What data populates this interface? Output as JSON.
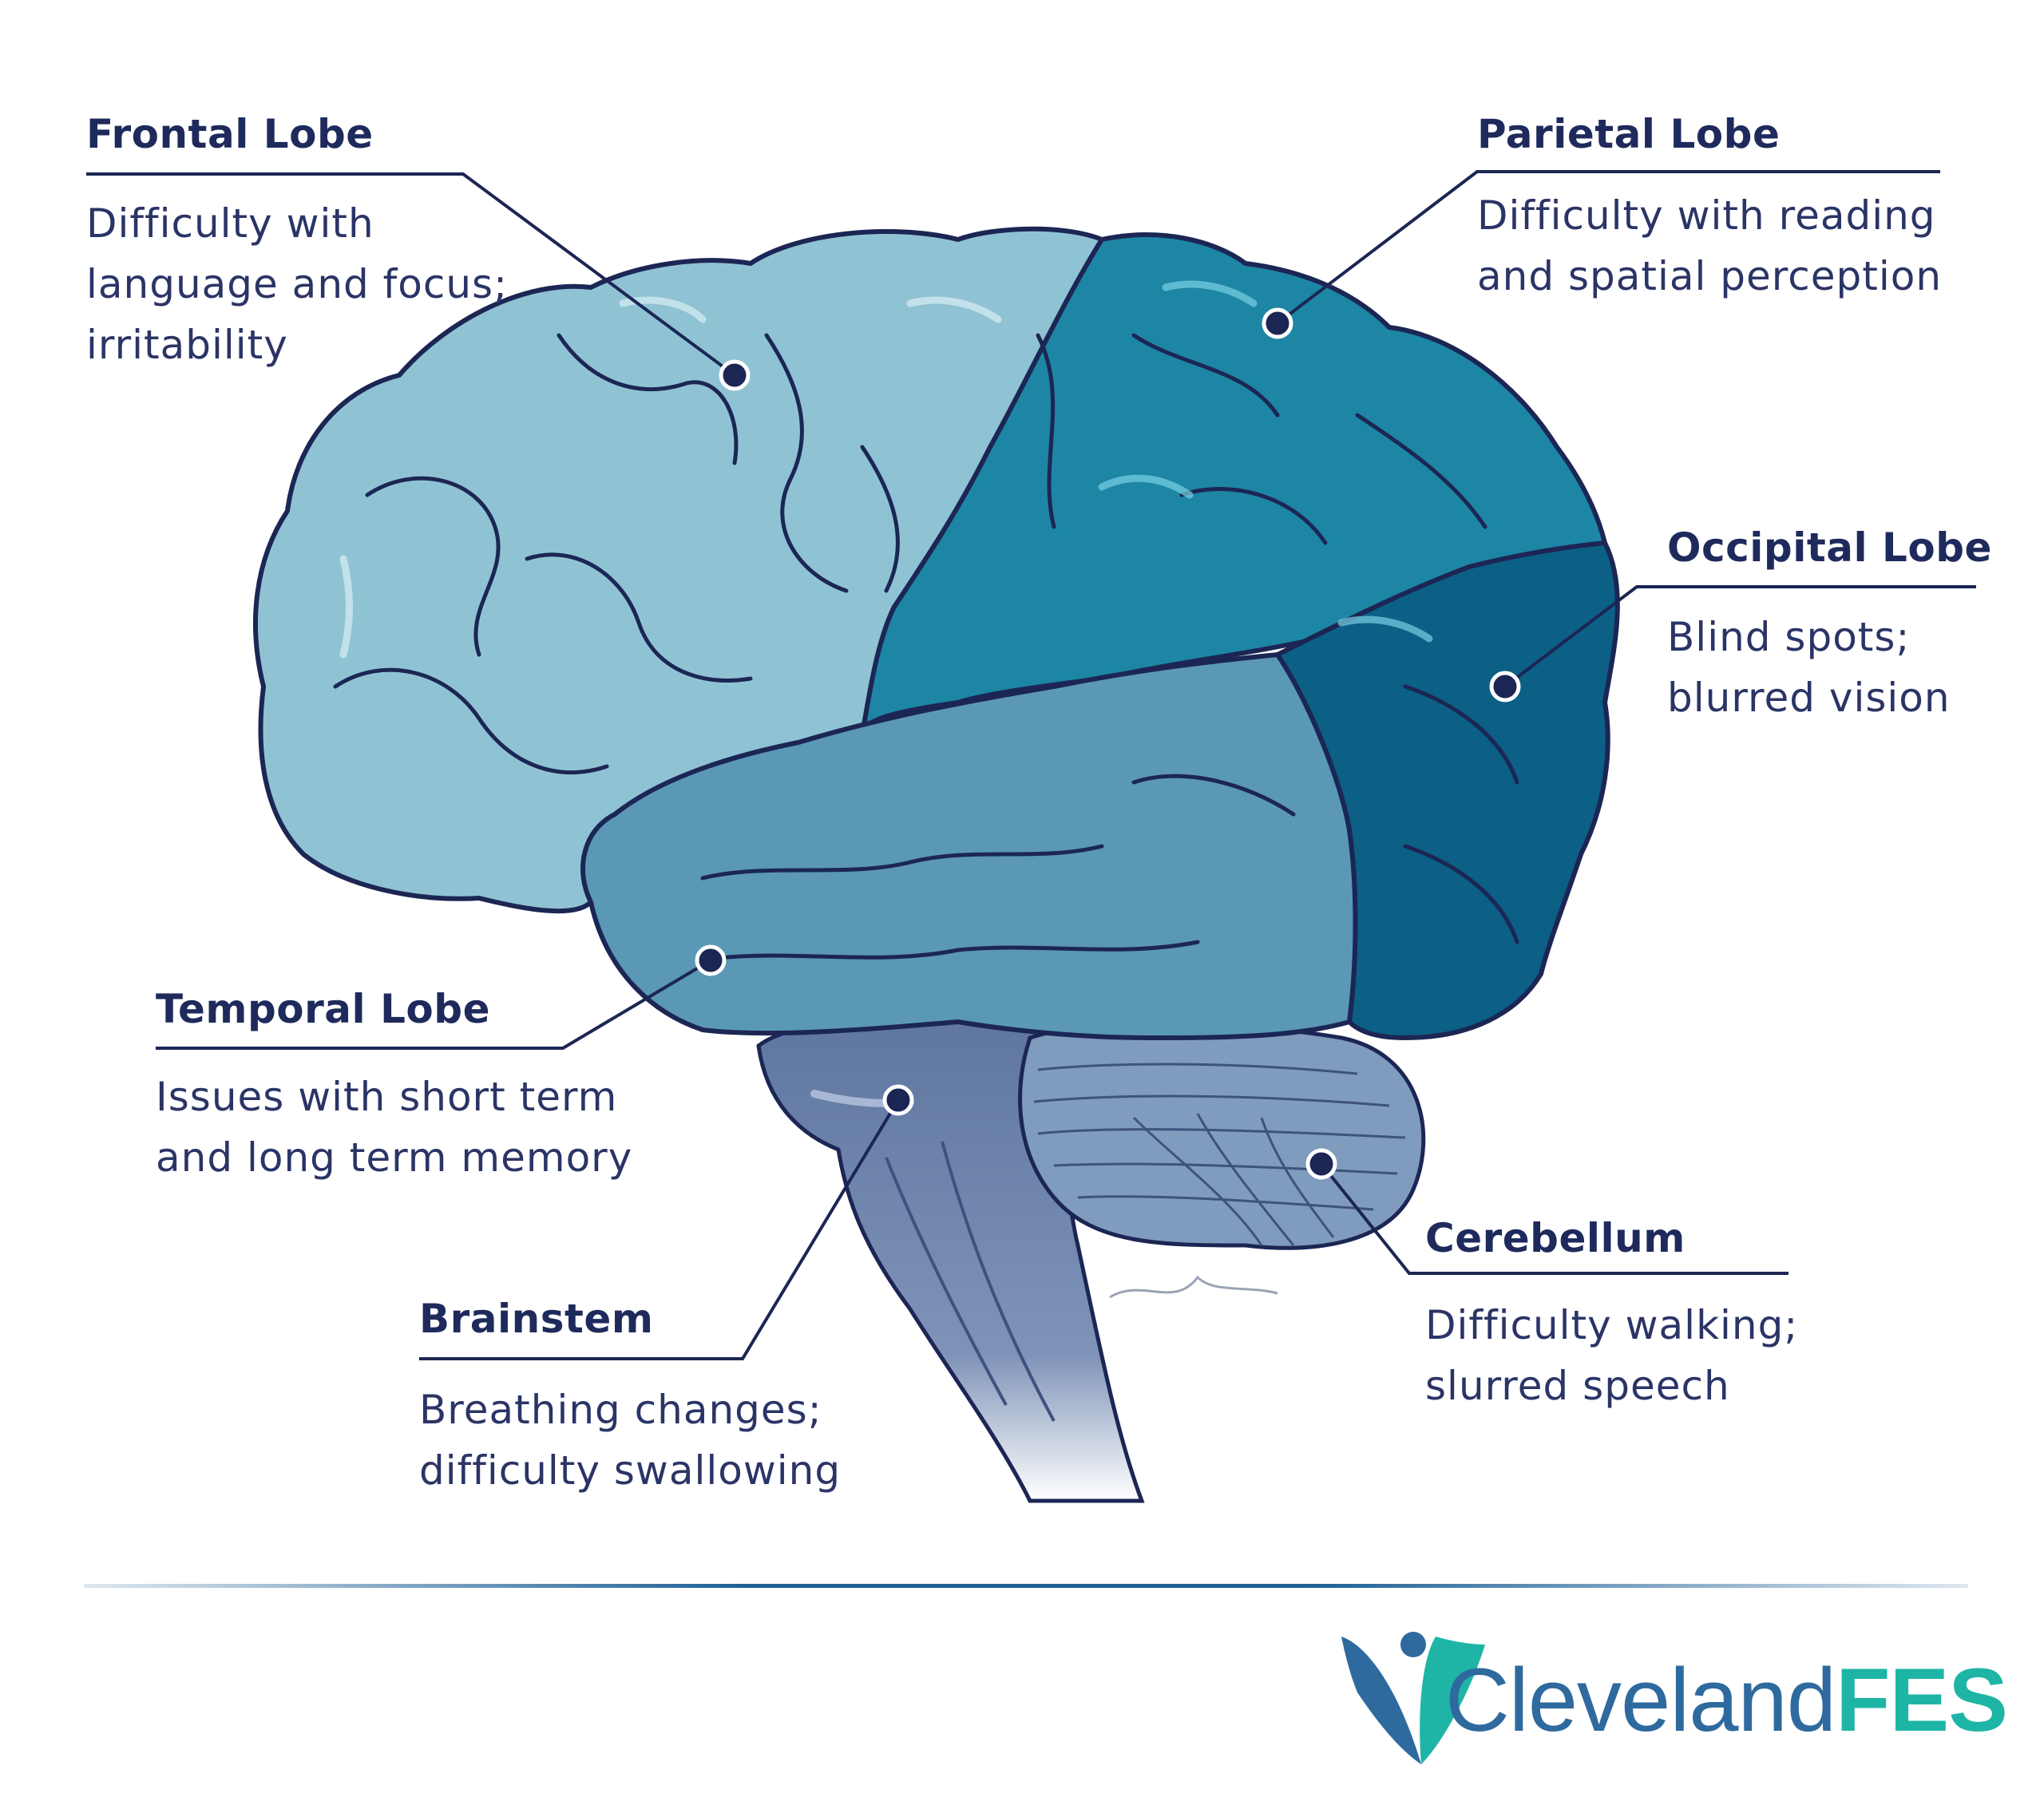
{
  "labels": {
    "frontal": {
      "title": "Frontal Lobe",
      "line1": "Difficulty with",
      "line2": "language and focus;",
      "line3": "irritability"
    },
    "parietal": {
      "title": "Parietal Lobe",
      "line1": "Difficulty with reading",
      "line2": "and spatial perception"
    },
    "occipital": {
      "title": "Occipital Lobe",
      "line1": "Blind spots;",
      "line2": "blurred vision"
    },
    "temporal": {
      "title": "Temporal Lobe",
      "line1": "Issues with short term",
      "line2": "and long term memory"
    },
    "brainstem": {
      "title": "Brainstem",
      "line1": "Breathing changes;",
      "line2": "difficulty swallowing"
    },
    "cerebellum": {
      "title": "Cerebellum",
      "line1": "Difficulty walking;",
      "line2": "slurred speech"
    }
  },
  "logo": {
    "light": "Cleveland",
    "bold": "FES"
  },
  "colors": {
    "frontal": "#8fc3d4",
    "parietal": "#1d86a4",
    "occipital": "#0c5f85",
    "temporal": "#5a98b6",
    "cerebellum": "#7f9bbd",
    "brainstem": "#5e76a0",
    "outline": "#1c2654",
    "label_text": "#1f2a5c",
    "logo_blue": "#2e6a9e",
    "logo_teal": "#1fb5a6"
  }
}
